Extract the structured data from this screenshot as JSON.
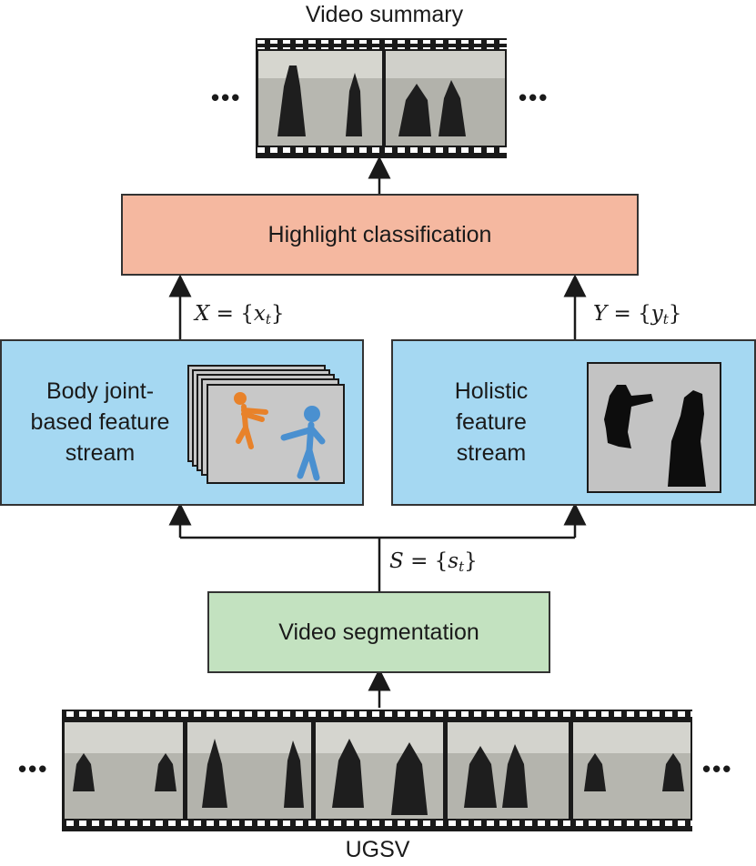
{
  "top_label": "Video summary",
  "bottom_label": "UGSV",
  "ellipsis": "•••",
  "boxes": {
    "highlight": "Highlight classification",
    "body_stream": [
      "Body joint-",
      "based feature",
      "stream"
    ],
    "holistic_stream": [
      "Holistic",
      "feature",
      "stream"
    ],
    "segmentation": "Video segmentation"
  },
  "math": {
    "x": {
      "lhs": "X",
      "eq": " = {",
      "var": "x",
      "sub": "t",
      "close": "}"
    },
    "y": {
      "lhs": "Y",
      "eq": " = {",
      "var": "y",
      "sub": "t",
      "close": "}"
    },
    "s": {
      "lhs": "S",
      "eq": " = {",
      "var": "s",
      "sub": "t",
      "close": "}"
    }
  },
  "colors": {
    "highlight_fill": "#f5b8a0",
    "stream_fill": "#a5d8f2",
    "segmentation_fill": "#c3e2c0",
    "skeleton_orange": "#e8822a",
    "skeleton_blue": "#4a90d0"
  }
}
